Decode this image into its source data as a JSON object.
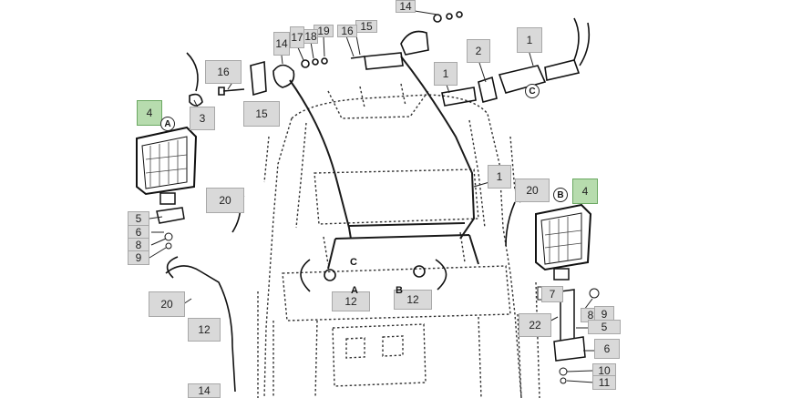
{
  "callouts": {
    "c14_top": "14",
    "c15_top": "15",
    "c19": "19",
    "c18": "18",
    "c17": "17",
    "c16_top": "16",
    "c14_mid": "14",
    "c2": "2",
    "c1_top": "1",
    "c1_left": "1",
    "c16_left": "16",
    "c3": "3",
    "c15_left": "15",
    "c4_left": "4",
    "c4_right": "4",
    "c1_right": "1",
    "c20_left": "20",
    "c20_right": "20",
    "c20_bottom": "20",
    "c5_left": "5",
    "c6_left": "6",
    "c8_left": "8",
    "c9_left": "9",
    "c12_left": "12",
    "c12_mid1": "12",
    "c12_mid2": "12",
    "c14_bottom": "14",
    "c7": "7",
    "c8_right": "8",
    "c9_right": "9",
    "c22": "22",
    "c5_right": "5",
    "c6_right": "6",
    "c10": "10",
    "c11": "11"
  },
  "markers": {
    "a": "A",
    "b": "B",
    "c": "C"
  },
  "tags": {
    "a": "A",
    "b": "B",
    "c": "C"
  },
  "colors": {
    "callout_fill": "#d9d9d9",
    "callout_highlight": "#b7dcae",
    "line": "#222222"
  }
}
